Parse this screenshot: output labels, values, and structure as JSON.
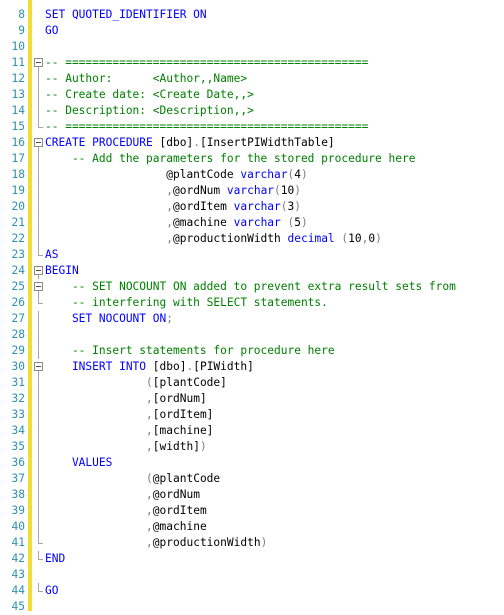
{
  "editor": {
    "lines": [
      {
        "n": "8",
        "fold": "",
        "tokens": [
          [
            "kw",
            "SET QUOTED_IDENTIFIER ON"
          ]
        ]
      },
      {
        "n": "9",
        "fold": "",
        "tokens": [
          [
            "kw",
            "GO"
          ]
        ]
      },
      {
        "n": "10",
        "fold": "",
        "tokens": []
      },
      {
        "n": "11",
        "fold": "start",
        "tokens": [
          [
            "cm",
            "-- ============================================="
          ]
        ]
      },
      {
        "n": "12",
        "fold": "mid",
        "tokens": [
          [
            "cm",
            "-- Author:      <Author,,Name>"
          ]
        ]
      },
      {
        "n": "13",
        "fold": "mid",
        "tokens": [
          [
            "cm",
            "-- Create date: <Create Date,,>"
          ]
        ]
      },
      {
        "n": "14",
        "fold": "mid",
        "tokens": [
          [
            "cm",
            "-- Description: <Description,,>"
          ]
        ]
      },
      {
        "n": "15",
        "fold": "end",
        "tokens": [
          [
            "cm",
            "-- ============================================="
          ]
        ]
      },
      {
        "n": "16",
        "fold": "start",
        "tokens": [
          [
            "kw",
            "CREATE PROCEDURE "
          ],
          [
            "tx",
            "[dbo]"
          ],
          [
            "gy",
            "."
          ],
          [
            "tx",
            "[InsertPIWidthTable]"
          ]
        ]
      },
      {
        "n": "17",
        "fold": "mid",
        "tokens": [
          [
            "cm",
            "    -- Add the parameters for the stored procedure here"
          ]
        ]
      },
      {
        "n": "18",
        "fold": "mid",
        "tokens": [
          [
            "tx",
            "                  @plantCode "
          ],
          [
            "kw",
            "varchar"
          ],
          [
            "gy",
            "("
          ],
          [
            "tx",
            "4"
          ],
          [
            "gy",
            ")"
          ]
        ]
      },
      {
        "n": "19",
        "fold": "mid",
        "tokens": [
          [
            "tx",
            "                  "
          ],
          [
            "gy",
            ","
          ],
          [
            "tx",
            "@ordNum "
          ],
          [
            "kw",
            "varchar"
          ],
          [
            "gy",
            "("
          ],
          [
            "tx",
            "10"
          ],
          [
            "gy",
            ")"
          ]
        ]
      },
      {
        "n": "20",
        "fold": "mid",
        "tokens": [
          [
            "tx",
            "                  "
          ],
          [
            "gy",
            ","
          ],
          [
            "tx",
            "@ordItem "
          ],
          [
            "kw",
            "varchar"
          ],
          [
            "gy",
            "("
          ],
          [
            "tx",
            "3"
          ],
          [
            "gy",
            ")"
          ]
        ]
      },
      {
        "n": "21",
        "fold": "mid",
        "tokens": [
          [
            "tx",
            "                  "
          ],
          [
            "gy",
            ","
          ],
          [
            "tx",
            "@machine "
          ],
          [
            "kw",
            "varchar"
          ],
          [
            "tx",
            " "
          ],
          [
            "gy",
            "("
          ],
          [
            "tx",
            "5"
          ],
          [
            "gy",
            ")"
          ]
        ]
      },
      {
        "n": "22",
        "fold": "mid",
        "tokens": [
          [
            "tx",
            "                  "
          ],
          [
            "gy",
            ","
          ],
          [
            "tx",
            "@productionWidth "
          ],
          [
            "kw",
            "decimal"
          ],
          [
            "tx",
            " "
          ],
          [
            "gy",
            "("
          ],
          [
            "tx",
            "10"
          ],
          [
            "gy",
            ","
          ],
          [
            "tx",
            "0"
          ],
          [
            "gy",
            ")"
          ]
        ]
      },
      {
        "n": "23",
        "fold": "end",
        "tokens": [
          [
            "kw",
            "AS"
          ]
        ]
      },
      {
        "n": "24",
        "fold": "start",
        "tokens": [
          [
            "kw",
            "BEGIN"
          ]
        ]
      },
      {
        "n": "25",
        "fold": "start",
        "tokens": [
          [
            "cm",
            "    -- SET NOCOUNT ON added to prevent extra result sets from"
          ]
        ]
      },
      {
        "n": "26",
        "fold": "end",
        "tokens": [
          [
            "cm",
            "    -- interfering with SELECT statements."
          ]
        ]
      },
      {
        "n": "27",
        "fold": "mid",
        "tokens": [
          [
            "kw",
            "    SET NOCOUNT ON"
          ],
          [
            "gy",
            ";"
          ]
        ]
      },
      {
        "n": "28",
        "fold": "mid",
        "tokens": []
      },
      {
        "n": "29",
        "fold": "mid",
        "tokens": [
          [
            "cm",
            "    -- Insert statements for procedure here"
          ]
        ]
      },
      {
        "n": "30",
        "fold": "start",
        "tokens": [
          [
            "kw",
            "    INSERT INTO "
          ],
          [
            "tx",
            "[dbo]"
          ],
          [
            "gy",
            "."
          ],
          [
            "tx",
            "[PIWidth]"
          ]
        ]
      },
      {
        "n": "31",
        "fold": "mid",
        "tokens": [
          [
            "tx",
            "               "
          ],
          [
            "gy",
            "("
          ],
          [
            "tx",
            "[plantCode]"
          ]
        ]
      },
      {
        "n": "32",
        "fold": "mid",
        "tokens": [
          [
            "tx",
            "               "
          ],
          [
            "gy",
            ","
          ],
          [
            "tx",
            "[ordNum]"
          ]
        ]
      },
      {
        "n": "33",
        "fold": "mid",
        "tokens": [
          [
            "tx",
            "               "
          ],
          [
            "gy",
            ","
          ],
          [
            "tx",
            "[ordItem]"
          ]
        ]
      },
      {
        "n": "34",
        "fold": "mid",
        "tokens": [
          [
            "tx",
            "               "
          ],
          [
            "gy",
            ","
          ],
          [
            "tx",
            "[machine]"
          ]
        ]
      },
      {
        "n": "35",
        "fold": "mid",
        "tokens": [
          [
            "tx",
            "               "
          ],
          [
            "gy",
            ","
          ],
          [
            "tx",
            "[width]"
          ],
          [
            "gy",
            ")"
          ]
        ]
      },
      {
        "n": "36",
        "fold": "mid",
        "tokens": [
          [
            "kw",
            "    VALUES"
          ]
        ]
      },
      {
        "n": "37",
        "fold": "mid",
        "tokens": [
          [
            "tx",
            "               "
          ],
          [
            "gy",
            "("
          ],
          [
            "tx",
            "@plantCode"
          ]
        ]
      },
      {
        "n": "38",
        "fold": "mid",
        "tokens": [
          [
            "tx",
            "               "
          ],
          [
            "gy",
            ","
          ],
          [
            "tx",
            "@ordNum"
          ]
        ]
      },
      {
        "n": "39",
        "fold": "mid",
        "tokens": [
          [
            "tx",
            "               "
          ],
          [
            "gy",
            ","
          ],
          [
            "tx",
            "@ordItem"
          ]
        ]
      },
      {
        "n": "40",
        "fold": "mid",
        "tokens": [
          [
            "tx",
            "               "
          ],
          [
            "gy",
            ","
          ],
          [
            "tx",
            "@machine"
          ]
        ]
      },
      {
        "n": "41",
        "fold": "end",
        "tokens": [
          [
            "tx",
            "               "
          ],
          [
            "gy",
            ","
          ],
          [
            "tx",
            "@productionWidth"
          ],
          [
            "gy",
            ")"
          ]
        ]
      },
      {
        "n": "42",
        "fold": "end",
        "tokens": [
          [
            "kw",
            "END"
          ]
        ]
      },
      {
        "n": "43",
        "fold": "",
        "tokens": []
      },
      {
        "n": "44",
        "fold": "end",
        "tokens": [
          [
            "kw",
            "GO"
          ]
        ]
      },
      {
        "n": "45",
        "fold": "",
        "tokens": []
      }
    ]
  },
  "colors": {
    "keyword": "#0000ff",
    "comment": "#008000",
    "operator": "#808080",
    "line_number": "#2b91af",
    "change_bar": "#f2dc36"
  }
}
